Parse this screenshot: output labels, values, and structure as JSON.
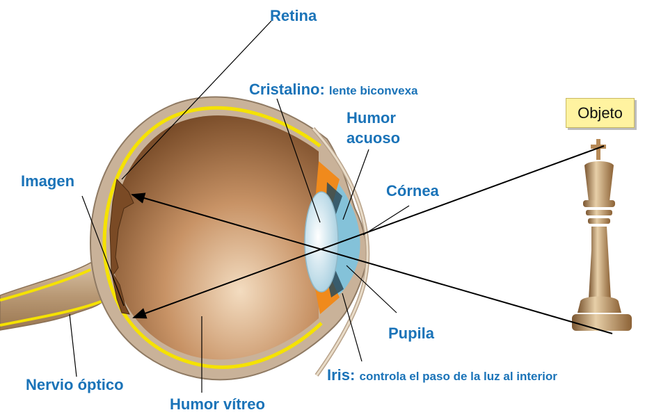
{
  "labels": {
    "retina": "Retina",
    "cristalino": "Cristalino:",
    "cristalino_desc": "lente biconvexa",
    "humor_acuoso_1": "Humor",
    "humor_acuoso_2": "acuoso",
    "imagen": "Imagen",
    "cornea": "Córnea",
    "pupila": "Pupila",
    "iris": "Iris:",
    "iris_desc": "controla el paso de la luz al interior",
    "nervio_optico": "Nervio óptico",
    "humor_vitreo": "Humor vítreo",
    "objeto": "Objeto"
  },
  "colors": {
    "label": "#1a73b8",
    "sclera": "#c9b299",
    "retina": "#f5e200",
    "vitreous": "#8a5a30",
    "iris": "#f08a1c",
    "lens": "#d9eef6",
    "aqueous": "#7cc3e0",
    "objeto_box": "#fff3a0",
    "chess_piece": "#c9a272"
  }
}
